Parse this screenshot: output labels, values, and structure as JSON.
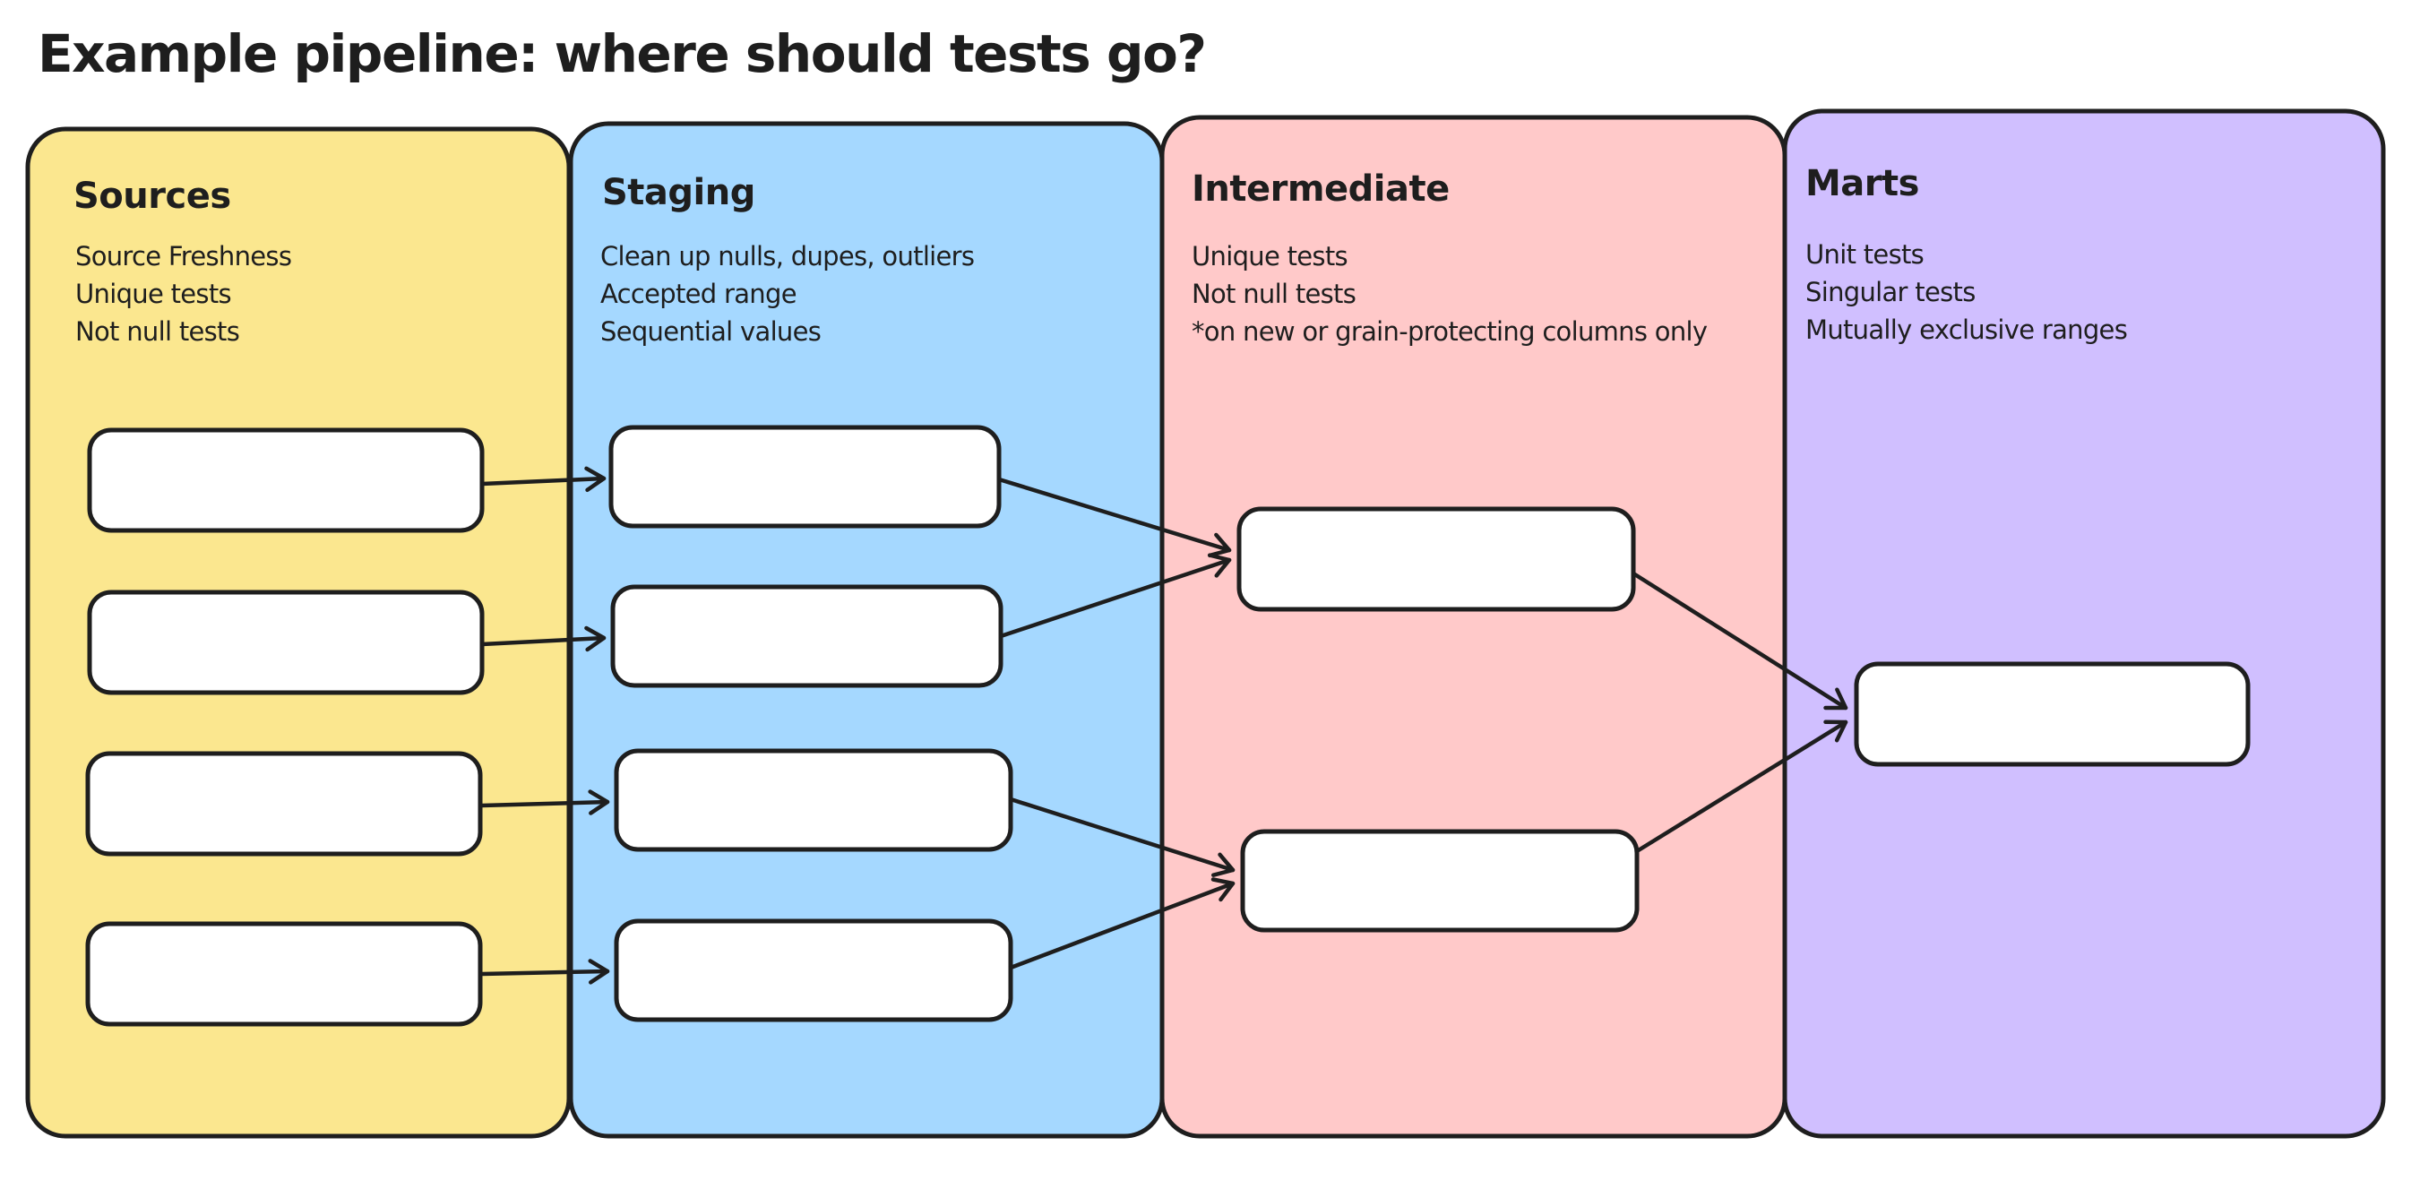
{
  "title": "Example pipeline: where should tests go?",
  "colors": {
    "stroke": "#1e1e1e",
    "text": "#1e1e1e",
    "node_fill": "#ffffff",
    "background": "#ffffff",
    "sources": "#FBE78F",
    "staging": "#A5D8FF",
    "intermediate": "#FFC9C9",
    "marts": "#D0BFFF"
  },
  "columns": [
    {
      "id": "sources",
      "label": "Sources",
      "color": "#FBE78F",
      "notes": [
        "Source Freshness",
        "Unique tests",
        "Not null tests"
      ],
      "box_count": 4
    },
    {
      "id": "staging",
      "label": "Staging",
      "color": "#A5D8FF",
      "notes": [
        "Clean up nulls, dupes, outliers",
        "Accepted range",
        "Sequential values"
      ],
      "box_count": 4
    },
    {
      "id": "intermediate",
      "label": "Intermediate",
      "color": "#FFC9C9",
      "notes": [
        "Unique tests",
        "Not null tests",
        "*on new or grain-protecting columns only"
      ],
      "box_count": 2
    },
    {
      "id": "marts",
      "label": "Marts",
      "color": "#D0BFFF",
      "notes": [
        "Unit tests",
        "Singular tests",
        "Mutually exclusive ranges"
      ],
      "box_count": 1
    }
  ],
  "edges": [
    {
      "from": "sources-box-1",
      "to": "staging-box-1"
    },
    {
      "from": "sources-box-2",
      "to": "staging-box-2"
    },
    {
      "from": "sources-box-3",
      "to": "staging-box-3"
    },
    {
      "from": "sources-box-4",
      "to": "staging-box-4"
    },
    {
      "from": "staging-box-1",
      "to": "intermediate-box-1"
    },
    {
      "from": "staging-box-2",
      "to": "intermediate-box-1"
    },
    {
      "from": "staging-box-3",
      "to": "intermediate-box-2"
    },
    {
      "from": "staging-box-4",
      "to": "intermediate-box-2"
    },
    {
      "from": "intermediate-box-1",
      "to": "marts-box-1"
    },
    {
      "from": "intermediate-box-2",
      "to": "marts-box-1"
    }
  ]
}
